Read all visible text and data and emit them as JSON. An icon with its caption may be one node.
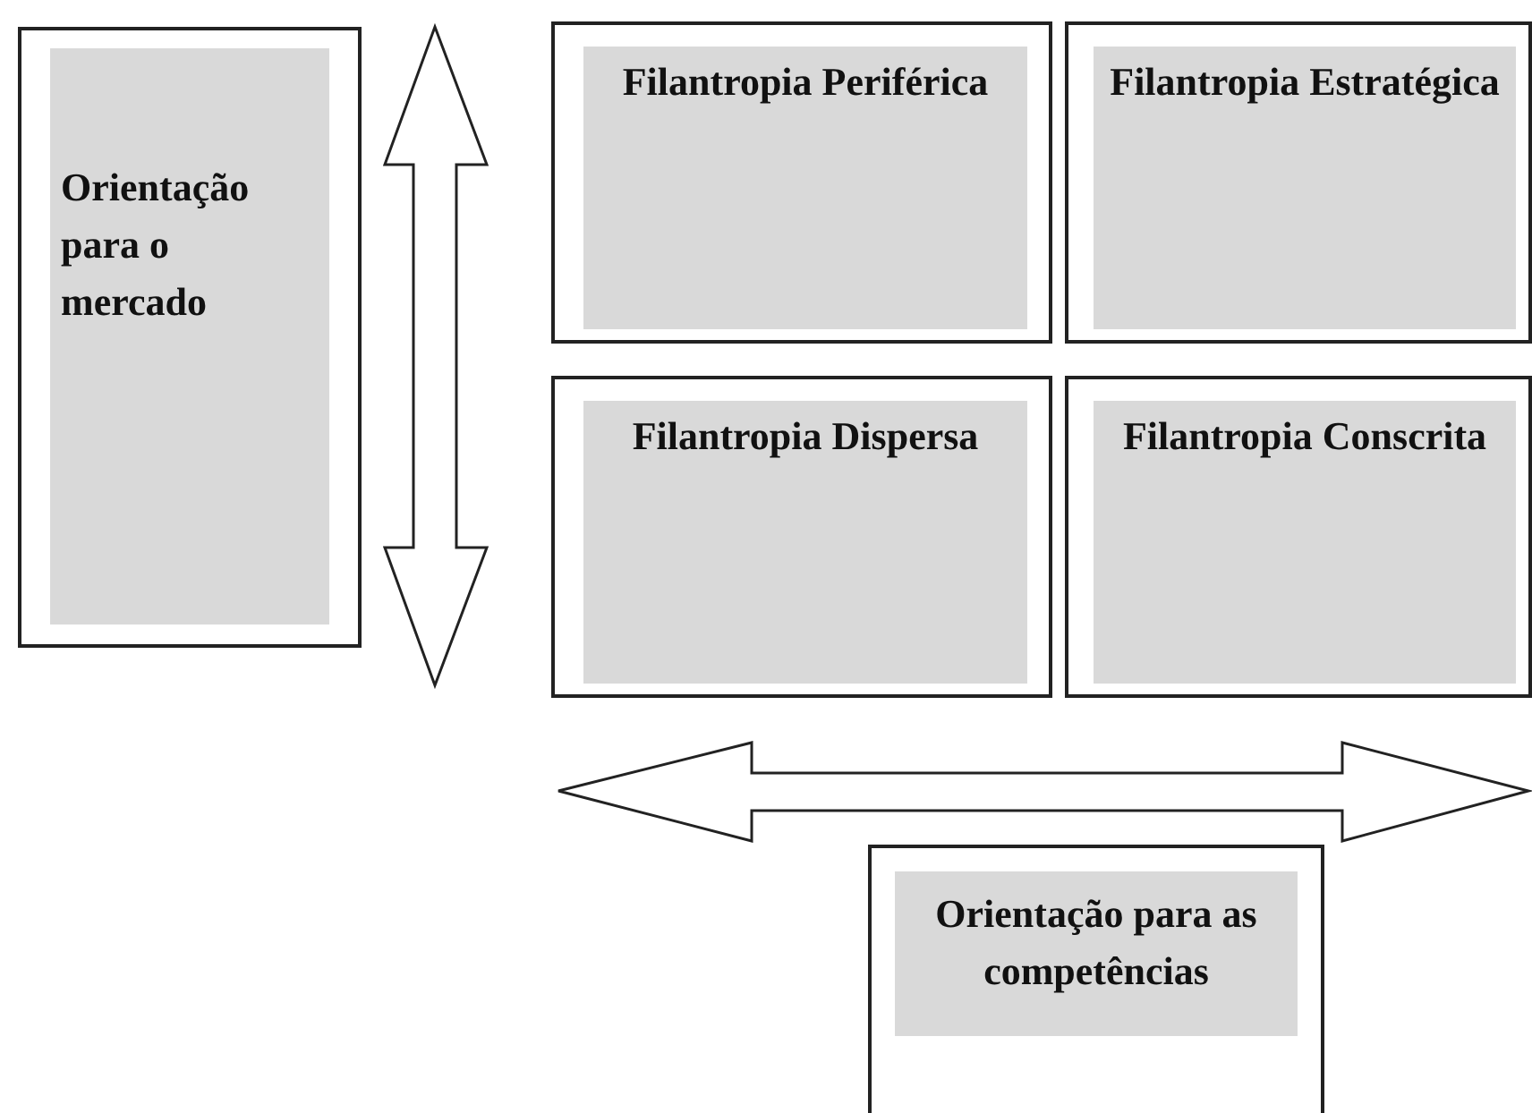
{
  "diagram": {
    "nodes": [
      {
        "text": [
          "Orientação para o mercado"
        ]
      },
      {
        "text": [
          "Filantropia Periférica"
        ]
      },
      {
        "text": [
          "Filantropia Estratégica"
        ]
      },
      {
        "text": [
          "Filantropia Dispersa"
        ]
      },
      {
        "text": [
          "Filantropia Conscrita"
        ]
      },
      {
        "text": [
          "Orientação para as competências"
        ]
      }
    ]
  }
}
